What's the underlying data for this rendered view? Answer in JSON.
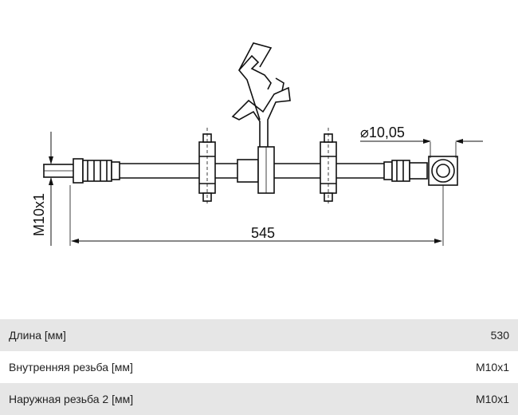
{
  "drawing": {
    "dim_length": "545",
    "dim_diameter": "⌀10,05",
    "dim_thread": "M10x1"
  },
  "specs": [
    {
      "label": "Длина [мм]",
      "value": "530"
    },
    {
      "label": "Внутренняя резьба [мм]",
      "value": "M10x1"
    },
    {
      "label": "Наружная резьба 2 [мм]",
      "value": "M10x1"
    }
  ]
}
